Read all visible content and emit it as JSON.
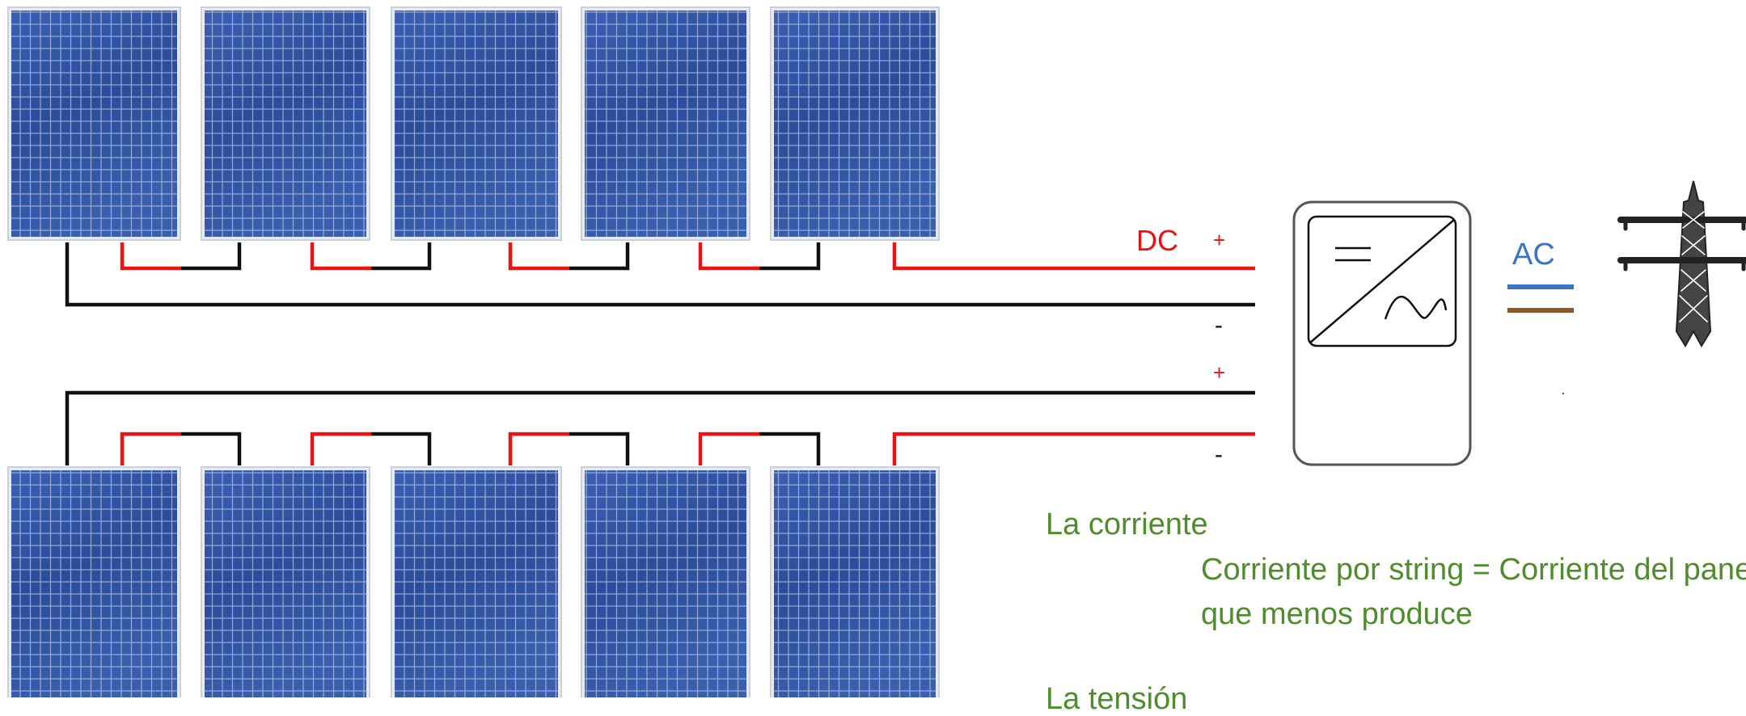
{
  "diagram": {
    "dc_label": "DC",
    "ac_label": "AC",
    "top_string": {
      "plus_sign": "+",
      "minus_sign": "-"
    },
    "bottom_string": {
      "plus_sign": "+",
      "minus_sign": "-"
    },
    "panels_per_string": 5,
    "strings": 2,
    "colors": {
      "positive": "#ee1111",
      "negative": "#111111",
      "ac_phase": "#3a74c4",
      "ac_neutral": "#8b5a2b",
      "panel": "#2f4f9e",
      "text_green": "#4f8d2c"
    }
  },
  "inverter": {
    "icon": "inverter-icon"
  },
  "grid": {
    "icon": "power-tower-icon"
  },
  "notes": {
    "line1": "La corriente",
    "line2": "Corriente por string = Corriente del panel",
    "line3": "que menos produce",
    "line4": "La tensión"
  }
}
